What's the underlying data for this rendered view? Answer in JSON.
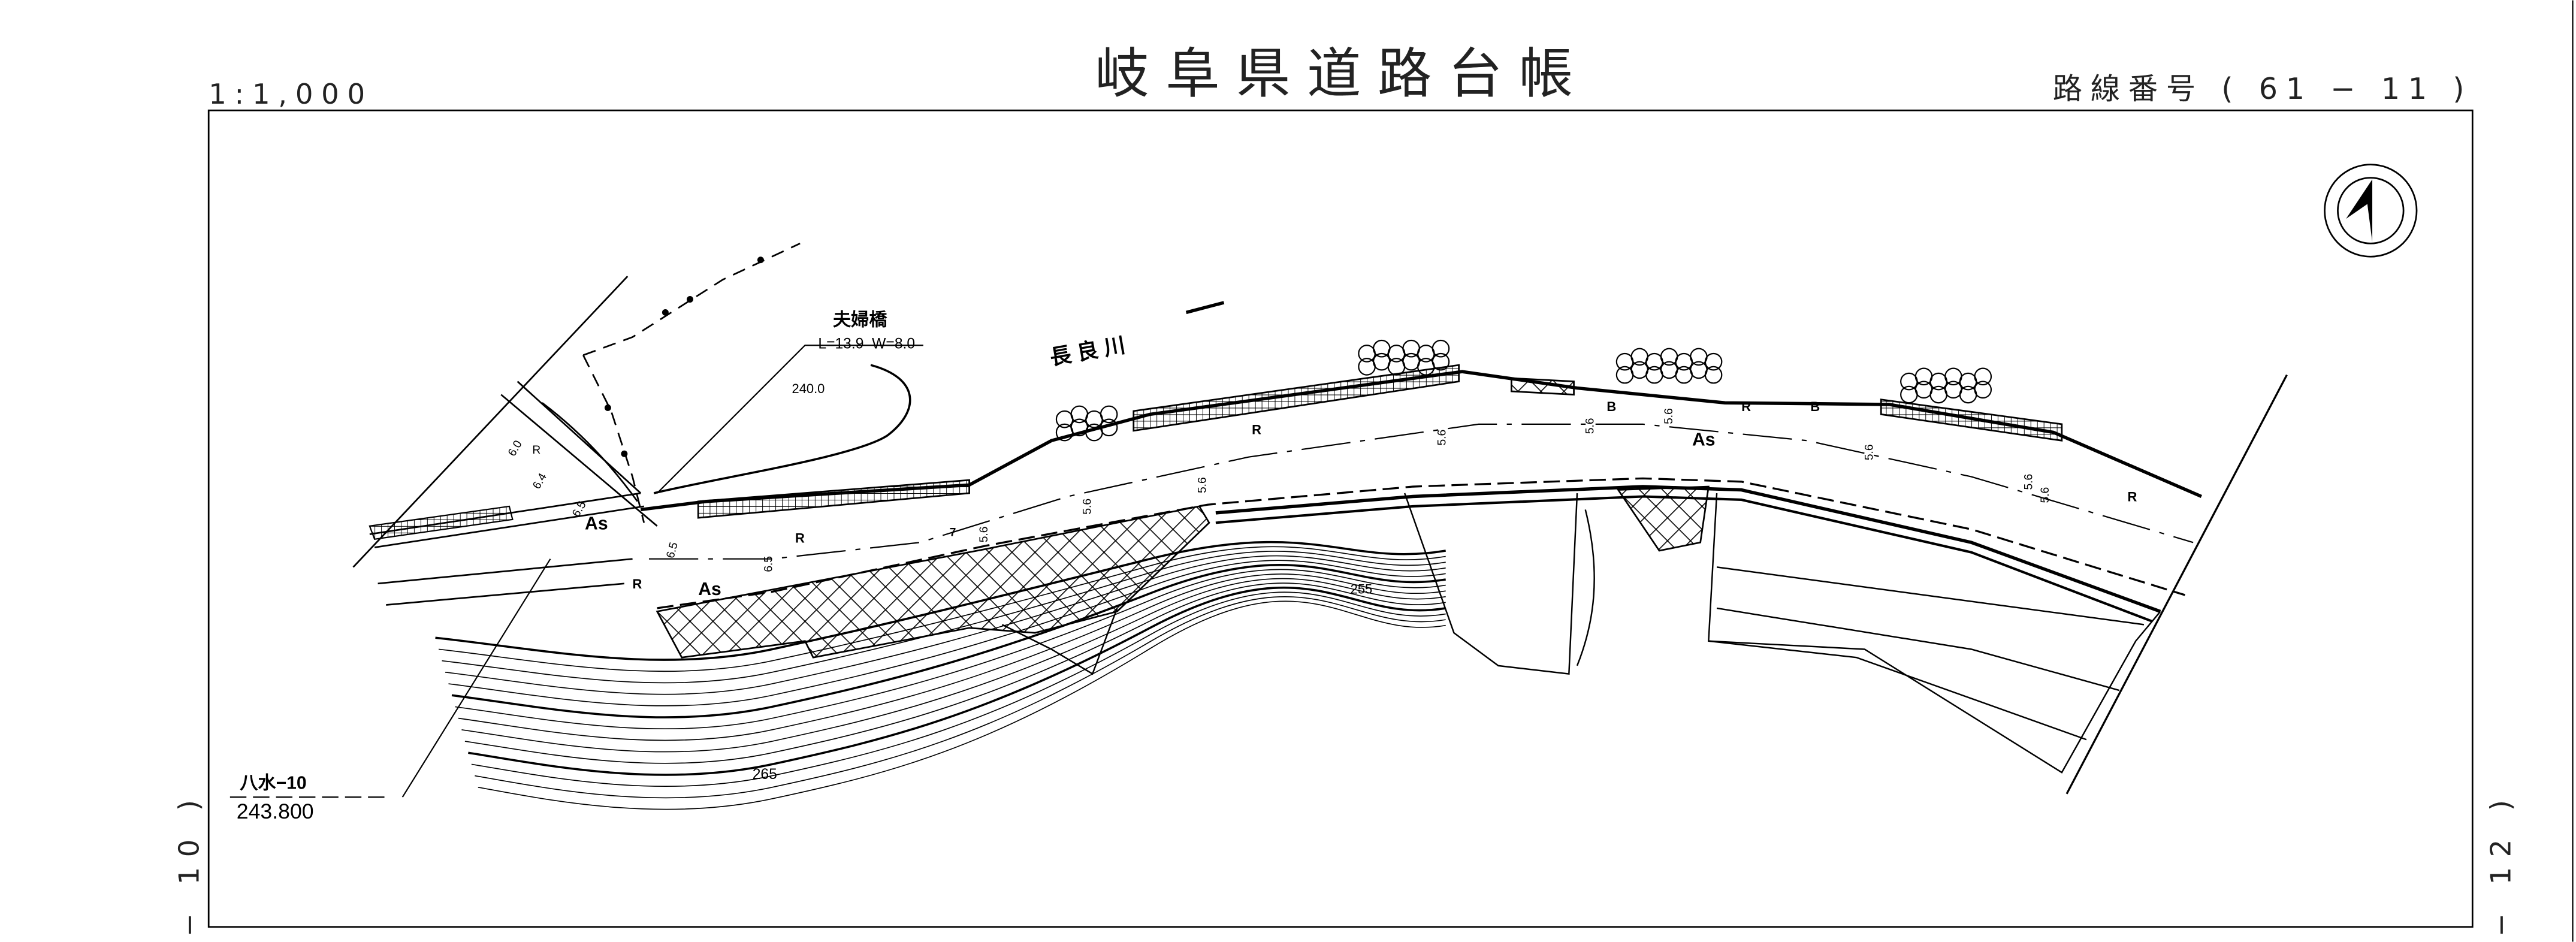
{
  "header": {
    "scale": "1:1,000",
    "title": "岐阜県道路台帳",
    "route_number": "路線番号 ( 61 − 11 )"
  },
  "margins": {
    "prev_sheet": "− 10 )",
    "next_sheet": "− 12 )"
  },
  "map": {
    "river_name": "長 良 川",
    "bridge": {
      "name": "夫婦橋",
      "dimensions": "L=13.9  W=8.0"
    },
    "spot_elevation": "240.0",
    "benchmark": {
      "name": "八水−10",
      "elevation": "243.800"
    },
    "contour_labels": [
      "255",
      "265"
    ],
    "surface_labels": [
      "As",
      "As",
      "As",
      "R",
      "R",
      "R",
      "R",
      "R",
      "R",
      "B",
      "B",
      "7"
    ],
    "width_labels": [
      "6.0",
      "6.4",
      "6.5",
      "6.5",
      "6.5",
      "5.6",
      "5.6",
      "5.6",
      "5.6",
      "5.6",
      "5.6",
      "5.6",
      "5.6",
      "5.6"
    ],
    "north_arrow": "north-arrow-icon"
  },
  "colors": {
    "ink": "#000000",
    "paper": "#ffffff",
    "frame": "#222222"
  }
}
